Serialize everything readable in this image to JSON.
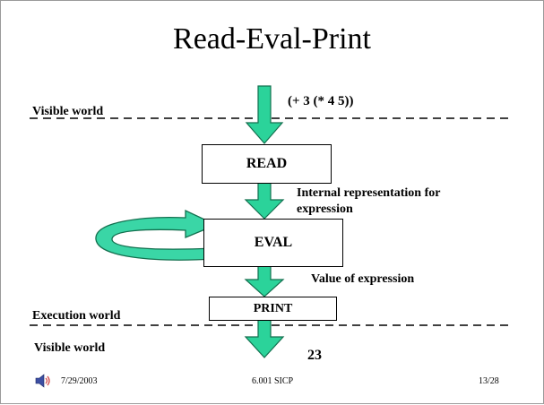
{
  "slide": {
    "title": "Read-Eval-Print",
    "input_expression": "(+ 3 (* 4 5))",
    "result": "23"
  },
  "regions": {
    "visible_world_top": "Visible world",
    "execution_world": "Execution world",
    "visible_world_bottom": "Visible world"
  },
  "stages": {
    "read": "READ",
    "eval": "EVAL",
    "print": "PRINT"
  },
  "annotations": {
    "internal_representation": "Internal representation for expression",
    "value_of_expression": "Value of expression"
  },
  "footer": {
    "date": "7/29/2003",
    "course": "6.001 SICP",
    "page": "13/28"
  },
  "colors": {
    "arrow_fill": "#2bd39a",
    "arrow_stroke": "#13704f",
    "loop_fill": "#3ad6a6"
  },
  "icons": {
    "audio": "speaker-icon"
  }
}
